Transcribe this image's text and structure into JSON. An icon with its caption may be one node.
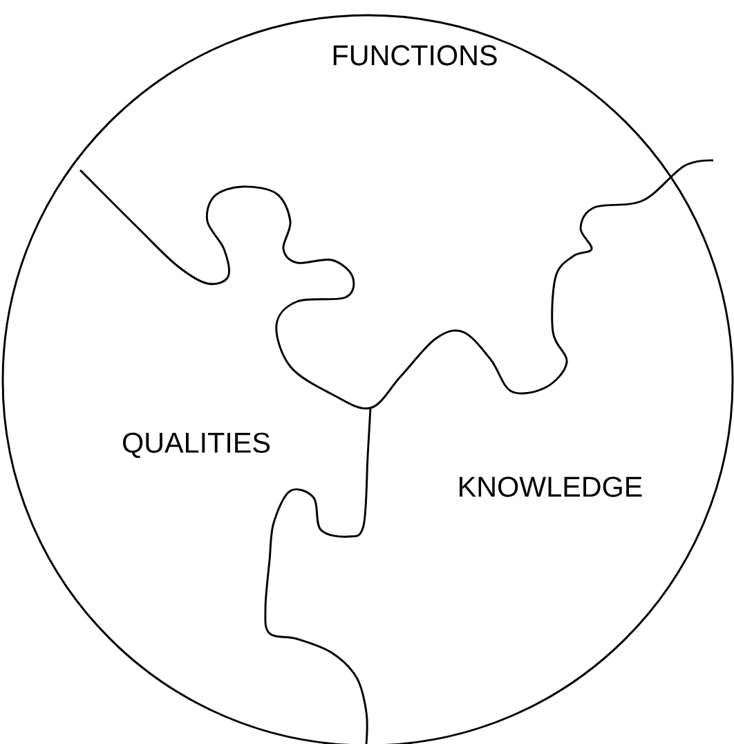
{
  "diagram": {
    "labels": [
      "FUNCTIONS",
      "QUALITIES",
      "KNOWLEDGE"
    ]
  }
}
